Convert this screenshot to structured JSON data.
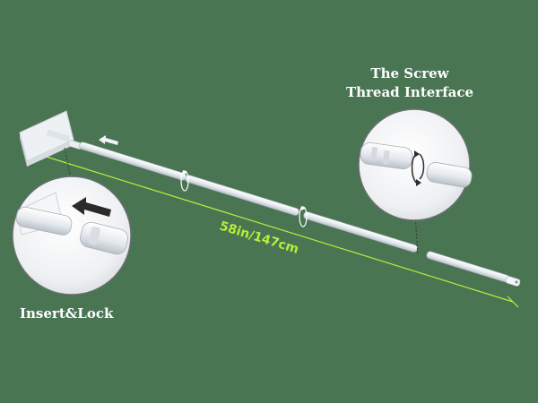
{
  "callouts": {
    "screw_thread": {
      "line1": "The Screw",
      "line2": "Thread Interface"
    },
    "insert_lock": "Insert&Lock"
  },
  "length_label": "58in/147cm",
  "colors": {
    "background": "#4a7553",
    "measure_line": "#b6ee3a",
    "text": "#ffffff",
    "pole": "#e6ebef"
  }
}
